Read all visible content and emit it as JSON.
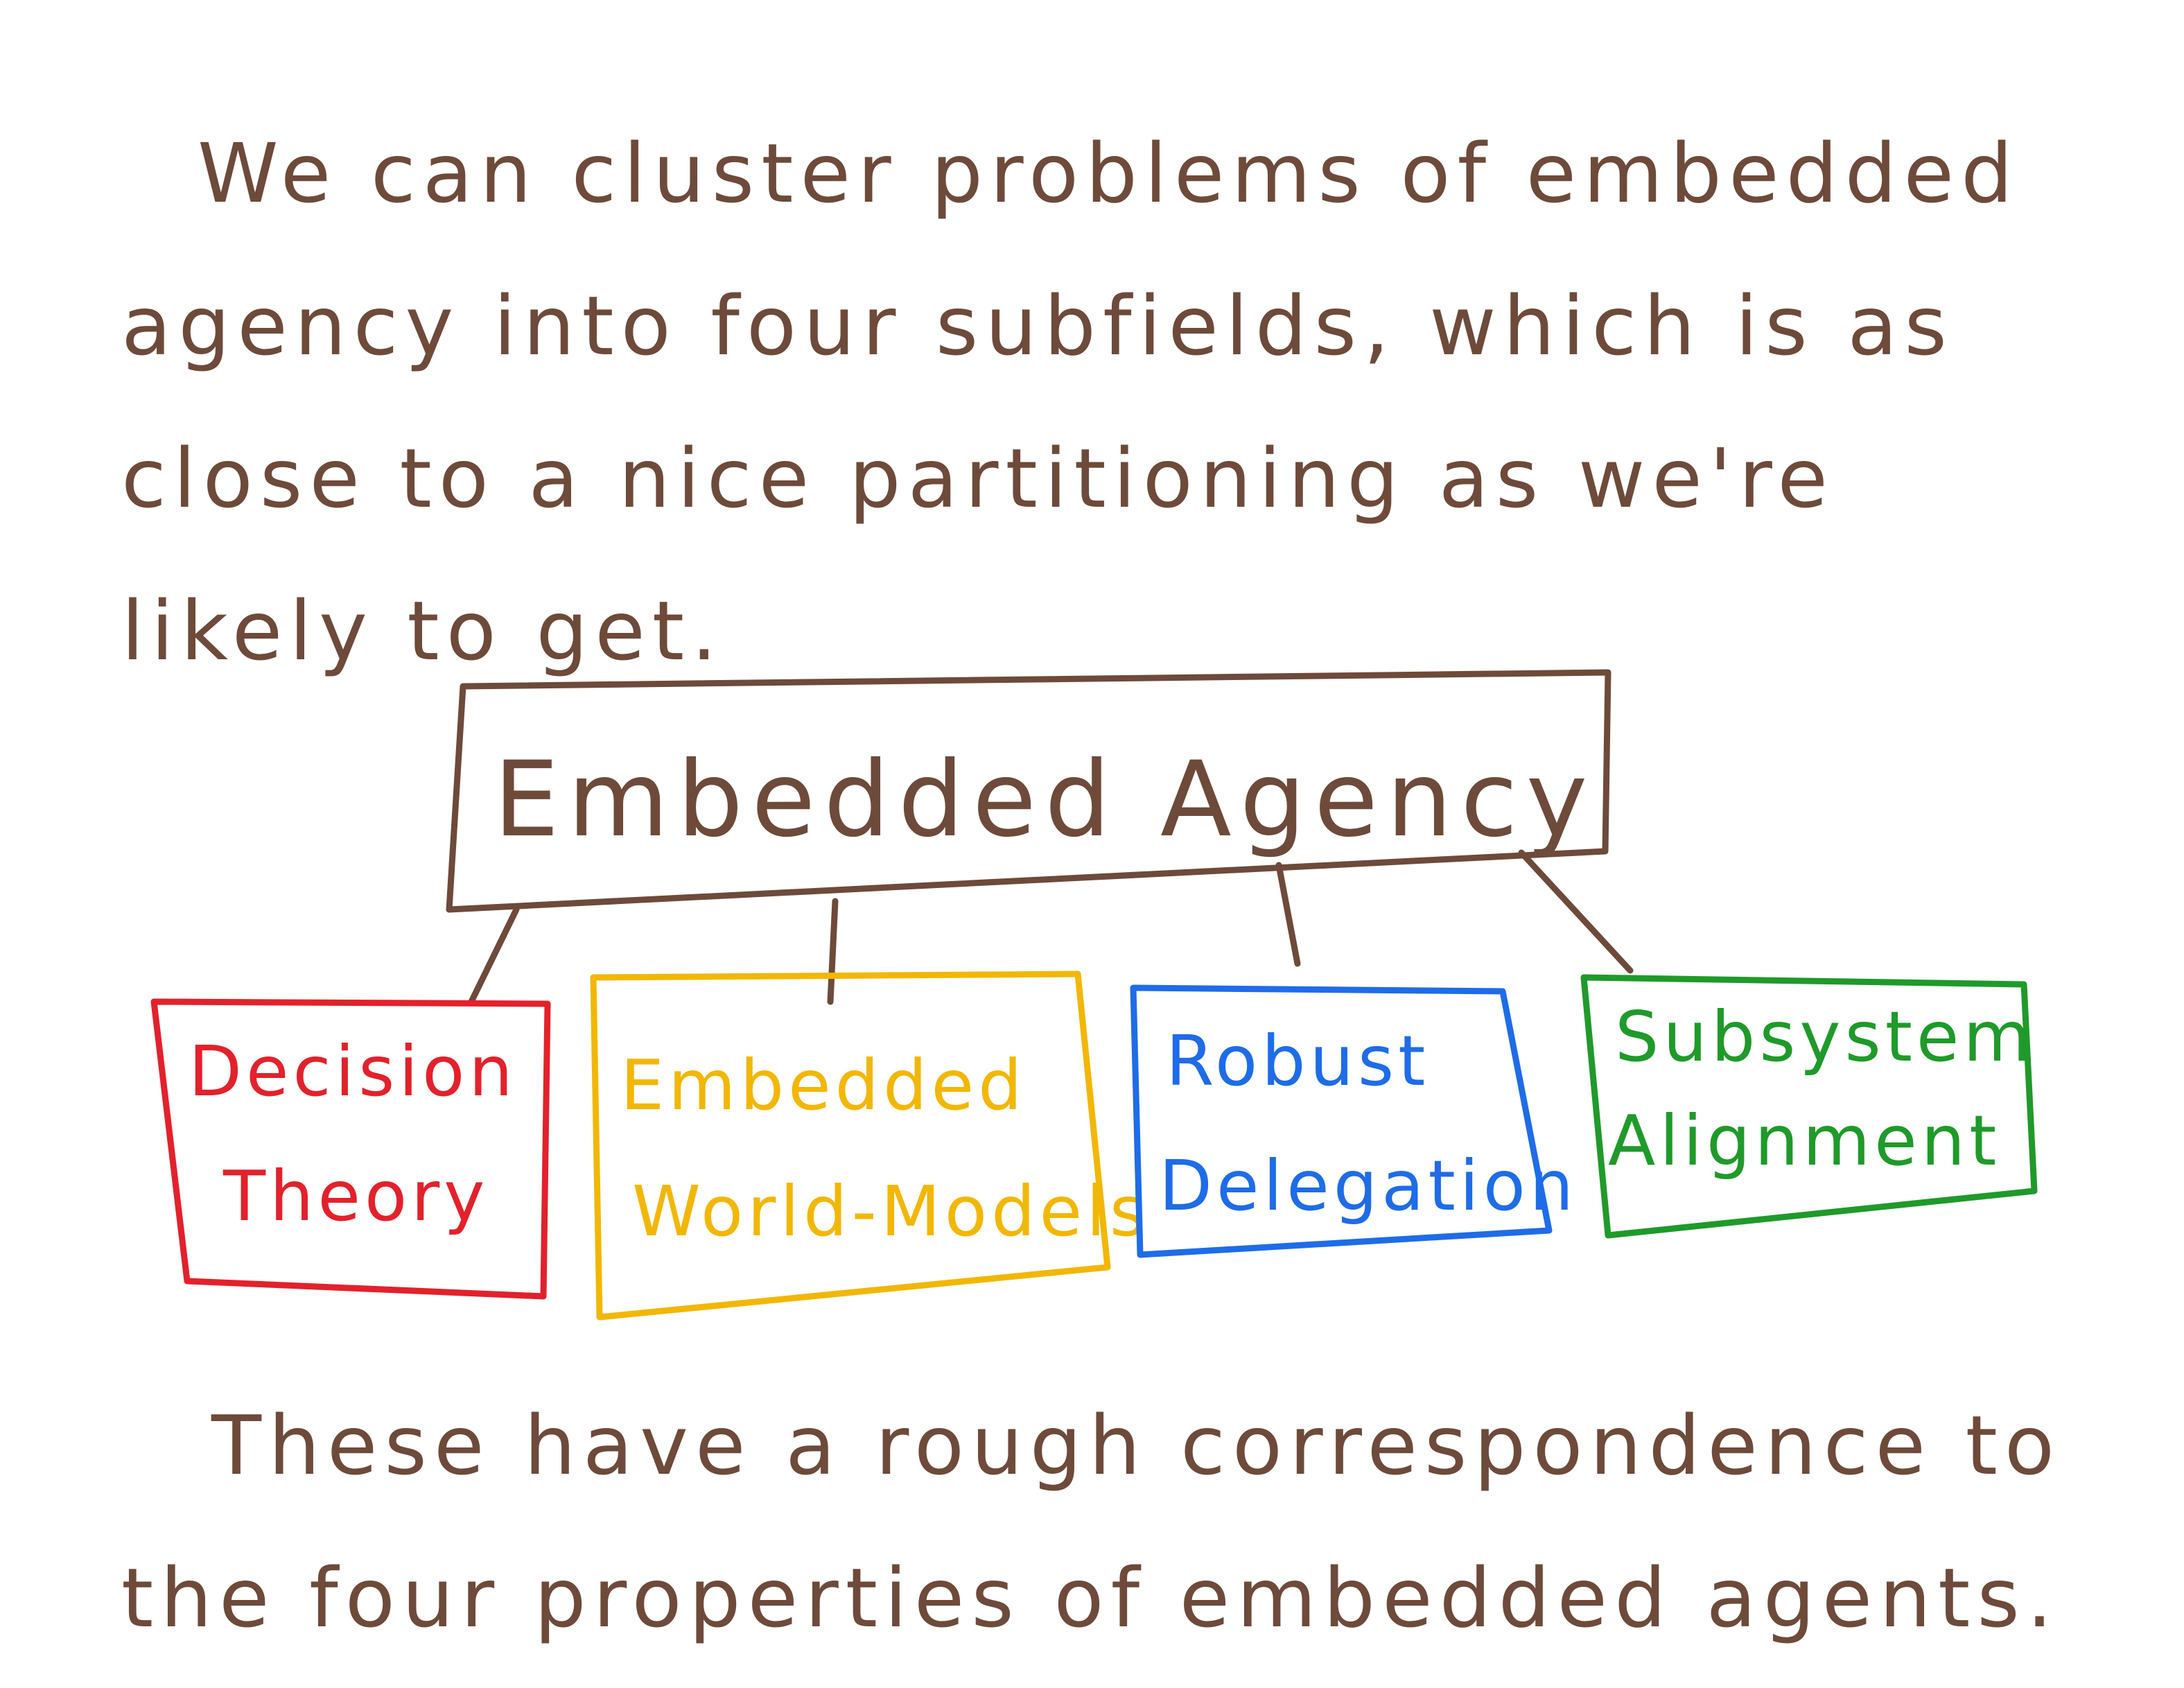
{
  "intro_text": "We can cluster problems of embedded agency into four subfields, which is as close to a nice partitioning as we're likely to get.",
  "outro_text": "These have a rough correspondence to the four properties of embedded agents.",
  "colors": {
    "ink": "#6e4a3a",
    "decision_theory": "#e3212b",
    "embedded_world_models": "#f2b705",
    "robust_delegation": "#1e6ce8",
    "subsystem_alignment": "#1f9a2a"
  },
  "diagram": {
    "root": {
      "label": "Embedded Agency"
    },
    "children": [
      {
        "line1": "Decision",
        "line2": "Theory",
        "color": "#e3212b"
      },
      {
        "line1": "Embedded",
        "line2": "World-Models",
        "color": "#f2b705"
      },
      {
        "line1": "Robust",
        "line2": "Delegation",
        "color": "#1e6ce8"
      },
      {
        "line1": "Subsystem",
        "line2": "Alignment",
        "color": "#1f9a2a"
      }
    ]
  }
}
